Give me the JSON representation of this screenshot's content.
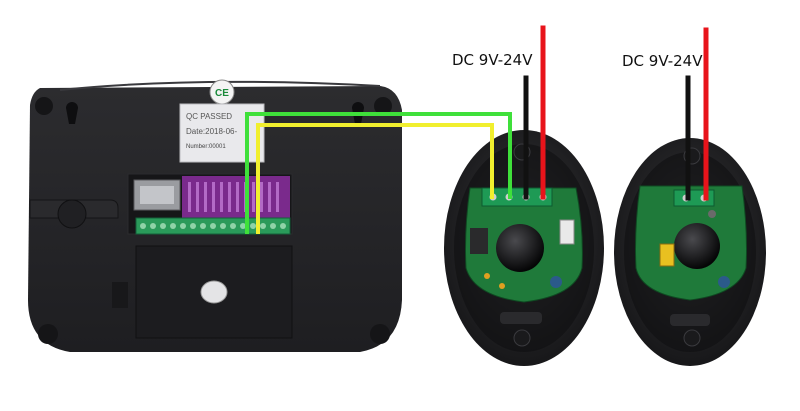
{
  "labels": {
    "power_left": "DC 9V-24V",
    "power_right": "DC 9V-24V"
  },
  "panel": {
    "ce_mark": "CE",
    "sticker_line1": "QC PASSED",
    "sticker_line2": "Date:2018-06-",
    "sticker_line3": "Number:00001"
  },
  "colors": {
    "positive_wire": "#e8141b",
    "negative_wire": "#111111",
    "signal_wire_green": "#3fe03a",
    "signal_wire_yellow": "#f1ef2e",
    "housing": "#1b1b1d",
    "pcb": "#1f7a3a",
    "header": "#7a2a8c"
  }
}
